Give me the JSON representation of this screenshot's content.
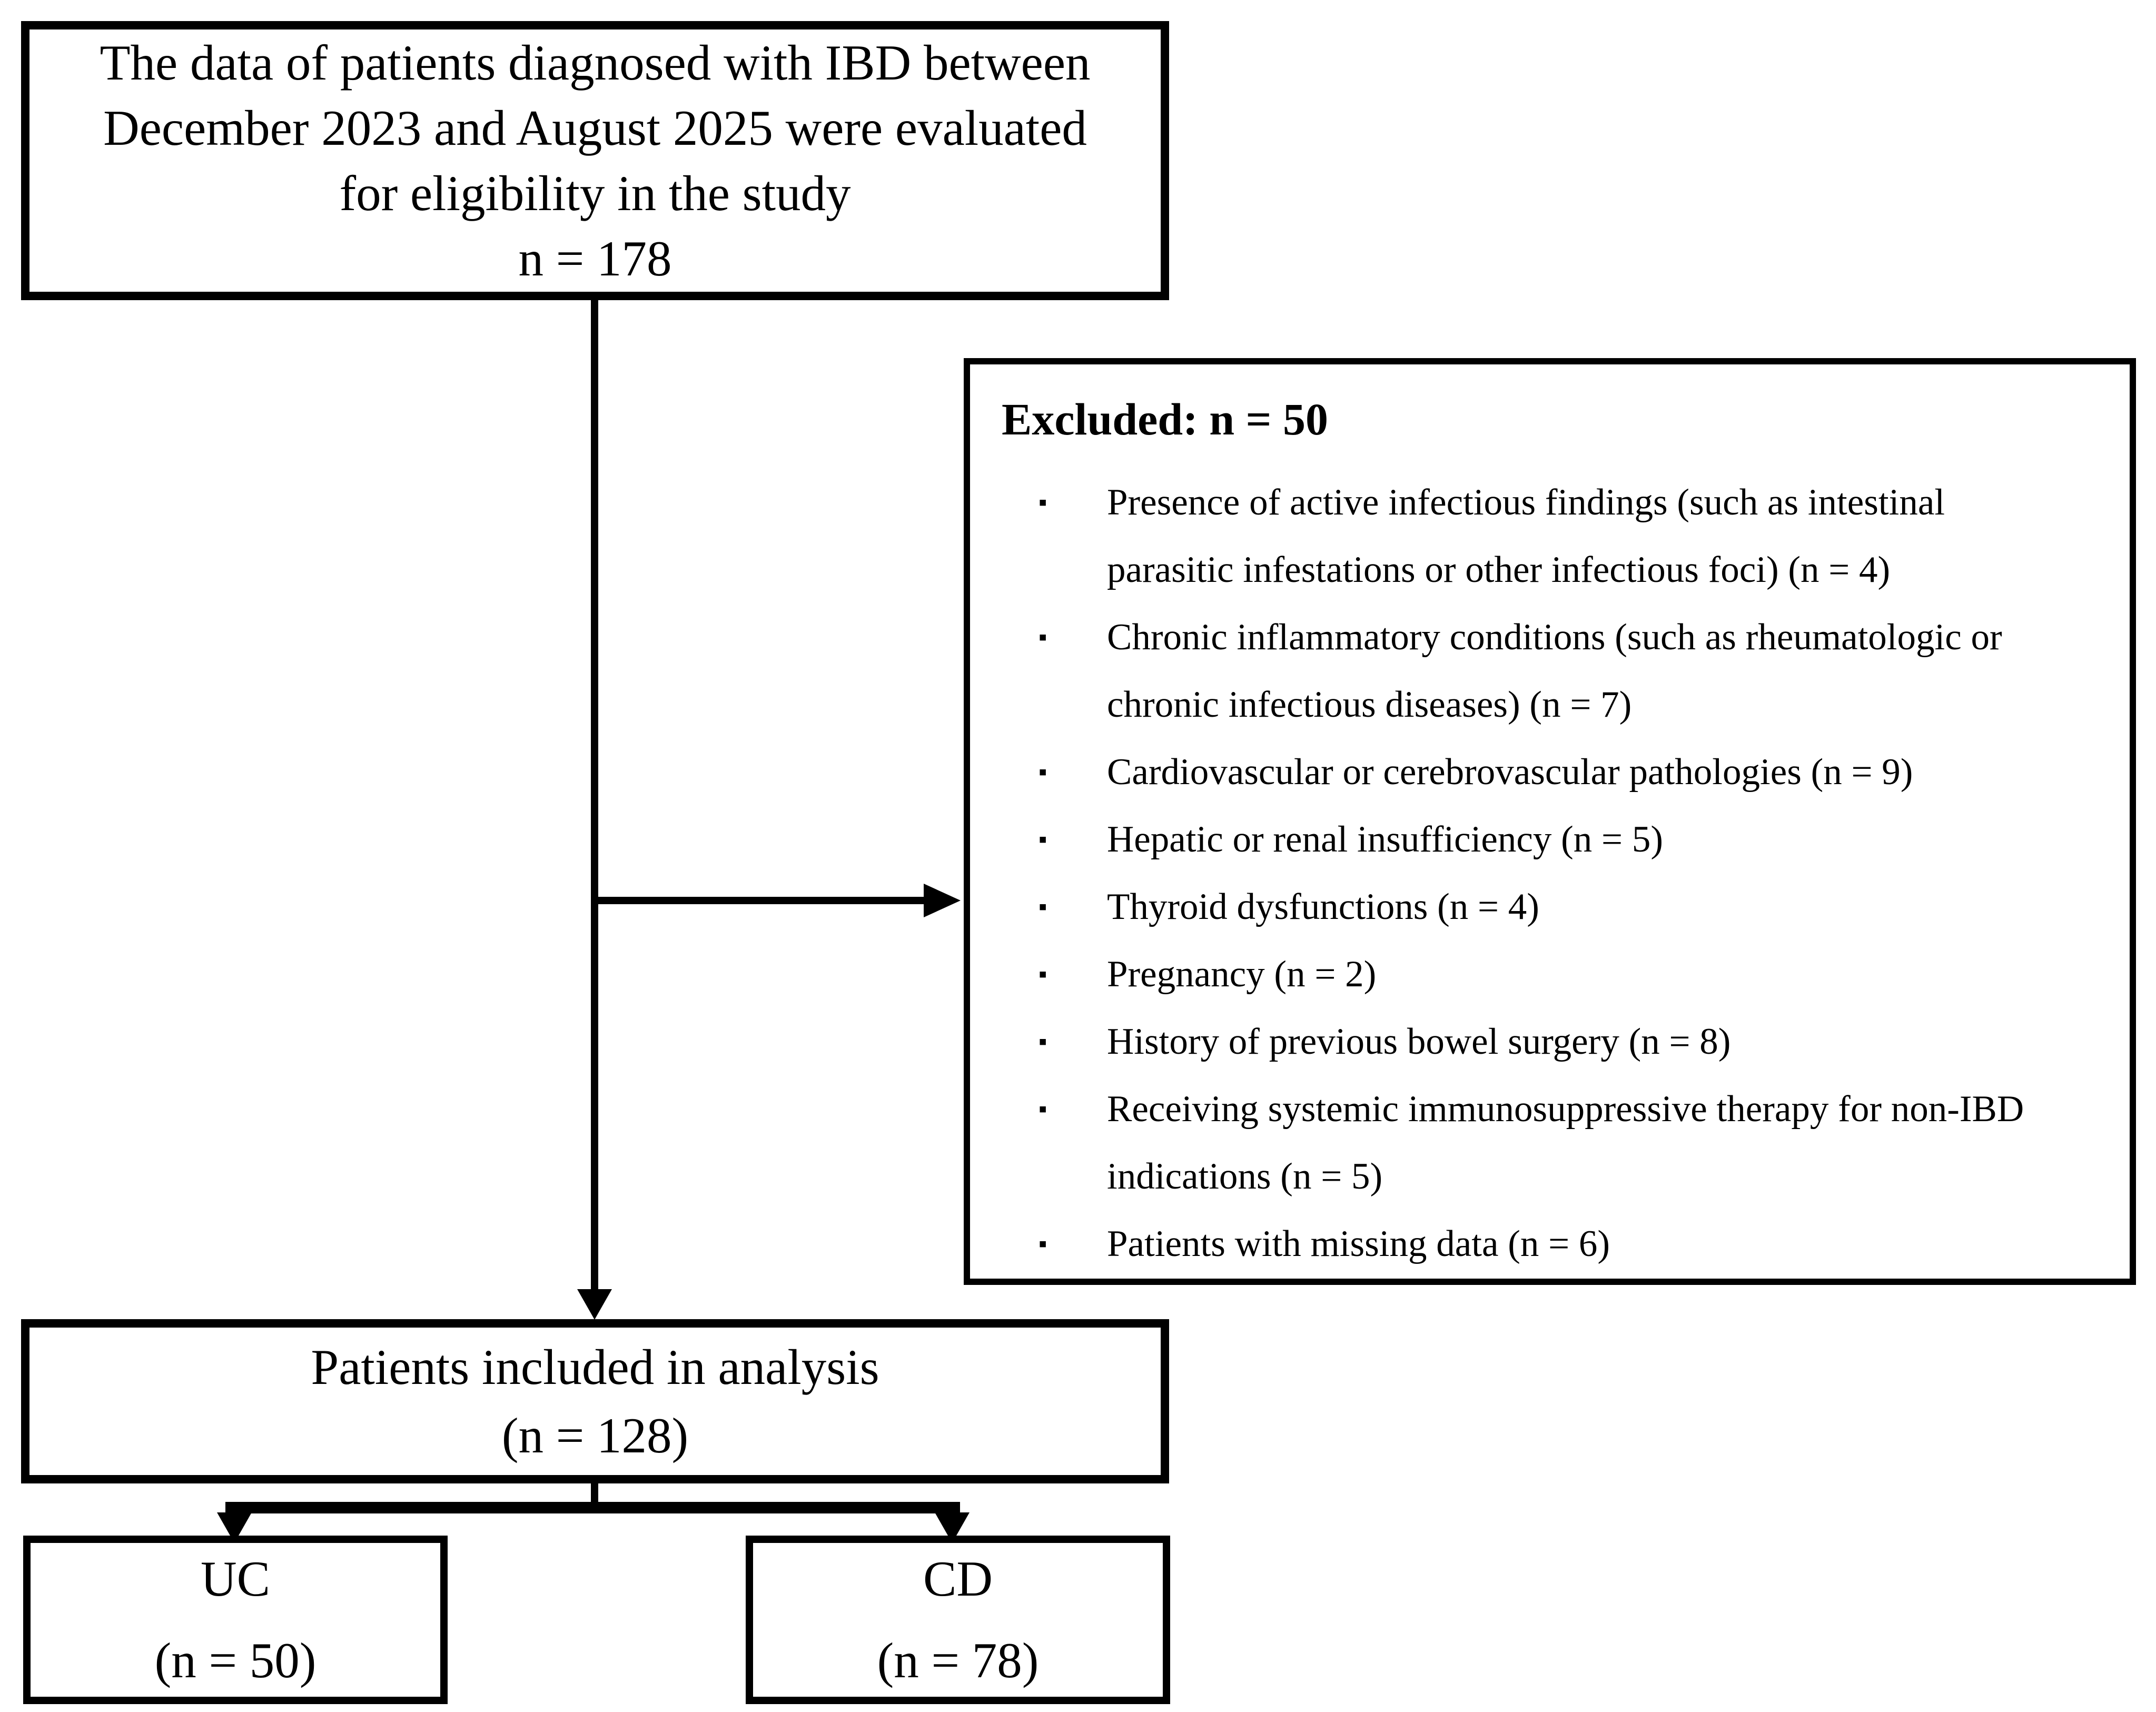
{
  "flowchart": {
    "eligibility_box": {
      "text": "The data of patients diagnosed with IBD between December 2023 and August 2025 were evaluated for eligibility in the study",
      "n_label": "n = 178"
    },
    "excluded_box": {
      "title": "Excluded: n = 50",
      "bullet_glyph": "▪",
      "items": [
        "Presence of active infectious findings (such as intestinal parasitic infestations or other infectious foci) (n = 4)",
        "Chronic inflammatory conditions (such as rheumatologic or chronic infectious diseases) (n = 7)",
        "Cardiovascular or cerebrovascular pathologies (n = 9)",
        "Hepatic or renal insufficiency (n = 5)",
        "Thyroid dysfunctions (n = 4)",
        "Pregnancy (n = 2)",
        "History of previous bowel surgery (n = 8)",
        "Receiving systemic immunosuppressive therapy for non-IBD indications (n = 5)",
        "Patients with missing data (n = 6)"
      ]
    },
    "included_box": {
      "line1": "Patients included in analysis",
      "line2": "(n = 128)"
    },
    "uc_box": {
      "line1": "UC",
      "line2": "(n = 50)"
    },
    "cd_box": {
      "line1": "CD",
      "line2": "(n = 78)"
    }
  },
  "colors": {
    "ink": "#000000",
    "background": "#ffffff"
  }
}
